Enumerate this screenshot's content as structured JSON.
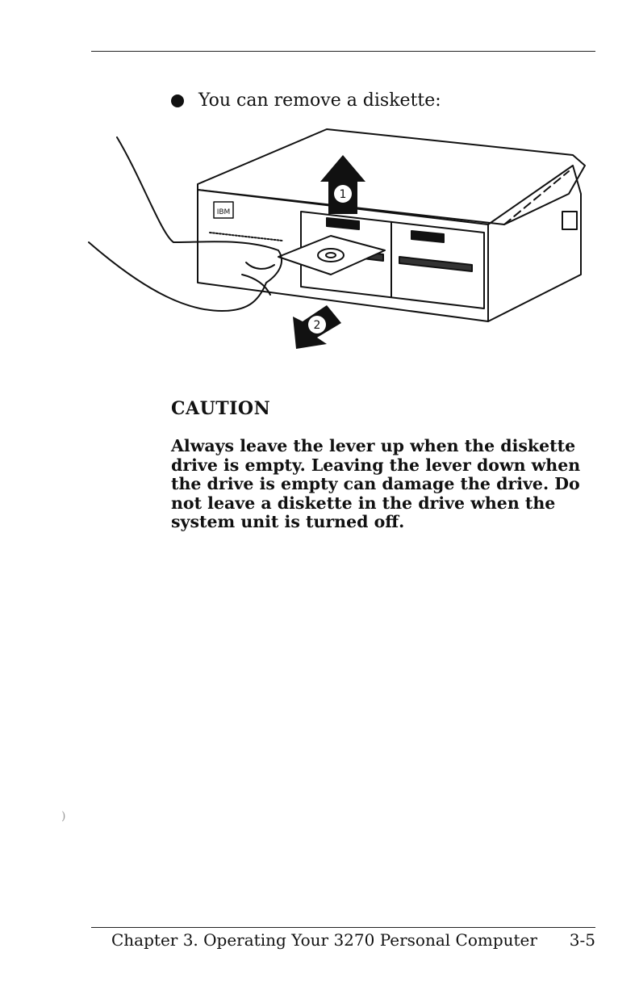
{
  "bullet": {
    "text": "You can remove a diskette:"
  },
  "figure": {
    "logo_text": "IBM",
    "step_1": "1",
    "step_2": "2"
  },
  "caution": {
    "title": "CAUTION",
    "body": "Always leave the lever up when the diskette drive is empty. Leaving the lever down when the drive is empty can damage the drive. Do not leave a diskette in the drive when the system unit is turned off."
  },
  "footer": {
    "chapter": "Chapter 3. Operating Your 3270 Personal Computer",
    "page": "3-5"
  },
  "stray_mark": ")"
}
